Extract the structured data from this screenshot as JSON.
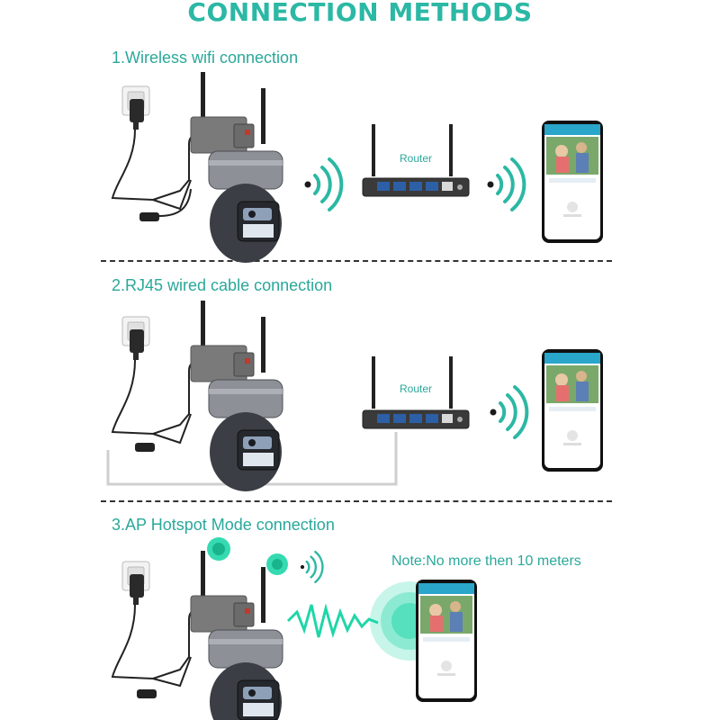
{
  "title": "CONNECTION METHODS",
  "sections": [
    {
      "label": "1.Wireless wifi connection",
      "router_label": "Router"
    },
    {
      "label": "2.RJ45 wired cable connection",
      "router_label": "Router"
    },
    {
      "label": "3.AP Hotspot Mode connection",
      "note": "Note:No more then 10 meters"
    }
  ],
  "icons": [
    "wall-socket-icon",
    "power-adapter-icon",
    "ptz-camera-icon",
    "wifi-signal-icon",
    "router-icon",
    "smartphone-icon",
    "hotspot-signal-icon"
  ],
  "colors": {
    "accent": "#2bb8a4",
    "hotspot_glow": "#1fd6a8",
    "divider": "#333333"
  }
}
